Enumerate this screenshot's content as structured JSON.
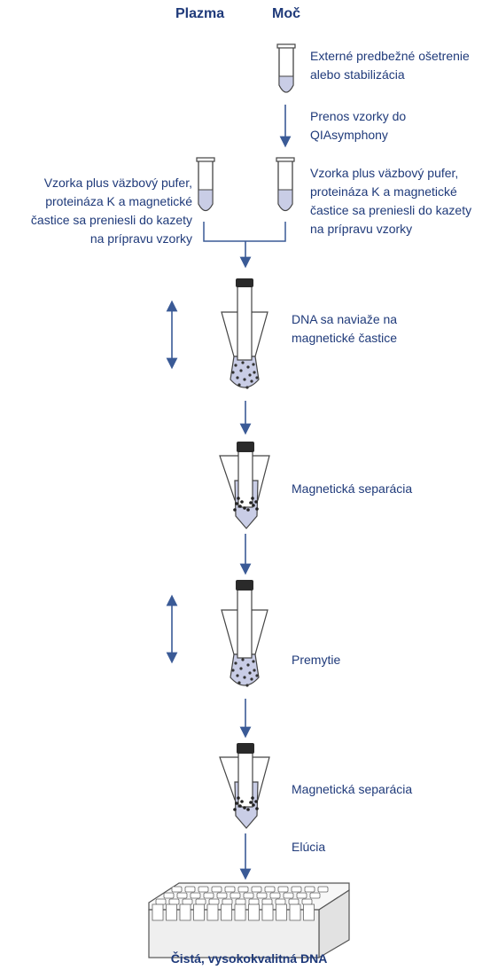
{
  "headers": {
    "plasma": "Plazma",
    "urine": "Moč"
  },
  "steps": {
    "pretreatment": "Externé predbežné ošetrenie\nalebo stabilizácia",
    "transfer": "Prenos vzorky do\nQIAsymphony",
    "plasma_loading": "Vzorka plus väzbový pufer,\nproteináza K a magnetické\nčastice sa preniesli do kazety\nna prípravu vzorky",
    "urine_loading": "Vzorka plus väzbový pufer,\nproteináza K a magnetické\nčastice sa preniesli do kazety\nna prípravu vzorky",
    "binding": "DNA sa naviaže na\nmagnetické častice",
    "separation1": "Magnetická separácia",
    "wash": "Premytie",
    "separation2": "Magnetická separácia",
    "elution": "Elúcia"
  },
  "result": "Čistá, vysokokvalitná DNA",
  "colors": {
    "text": "#1f3a7a",
    "arrow": "#3a5a96",
    "liquid": "#c9cde6",
    "rod": "#2a2a2a"
  }
}
